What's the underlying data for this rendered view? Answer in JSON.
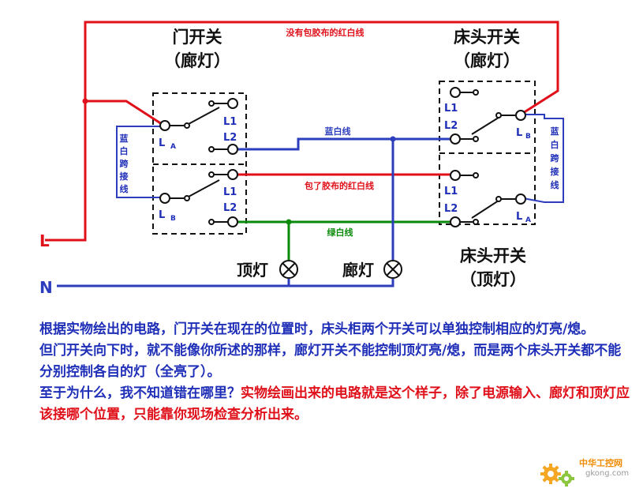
{
  "diagram": {
    "door_switch_title": "门开关",
    "door_switch_sub": "（廊灯）",
    "bed_switch_hall_title": "床头开关",
    "bed_switch_hall_sub": "（廊灯）",
    "bed_switch_ceiling_title": "床头开关",
    "bed_switch_ceiling_sub": "（顶灯）",
    "wire_red_unsheathed": "没有包胶布的红白线",
    "wire_blue_white": "蓝白线",
    "wire_red_sheathed": "包了胶布的红白线",
    "wire_green_white": "绿白线",
    "jumper_left": [
      "蓝",
      "白",
      "跨",
      "接",
      "线"
    ],
    "jumper_right": [
      "蓝",
      "白",
      "跨",
      "接",
      "线"
    ],
    "term_L1": "L1",
    "term_L2": "L2",
    "term_L": "L",
    "sub_A": "A",
    "sub_B": "B",
    "live_label": "L",
    "neutral_label": "N",
    "lamp_ceiling": "顶灯",
    "lamp_hall": "廊灯",
    "colors": {
      "red": "#e0101a",
      "blue": "#2c3dbd",
      "green": "#0a8a0a",
      "text_blue": "#1f2fb8"
    }
  },
  "description": {
    "p1": "根据实物绘出的电路，门开关在现在的位置时，床头柜两个开关可以单独控制相应的灯亮/熄。",
    "p2": "但门开关向下时，就不能像你所述的那样，廊灯开关不能控制顶灯亮/熄，而是两个床头开关都不能分别控制各自的灯（全亮了）。",
    "p3_a": "至于为什么，我不知道错在哪里？",
    "p3_b": "实物绘画出来的电路就是这个样子，除了电源输入、廊灯和顶灯应该接哪个位置，只能靠你现场检查分析出来。"
  },
  "watermark": {
    "line1": "中华工控网",
    "line2": "gkong.com"
  }
}
